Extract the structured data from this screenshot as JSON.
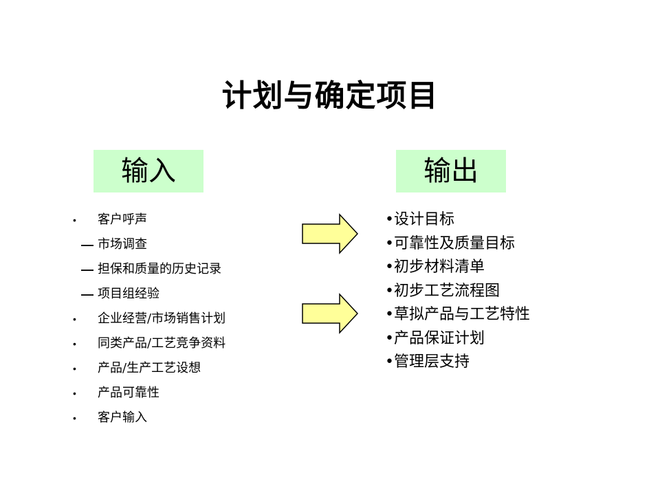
{
  "title": "计划与确定项目",
  "input_header": "输入",
  "output_header": "输出",
  "input_items": [
    {
      "marker": "•",
      "text": "客户呼声"
    },
    {
      "marker": "—",
      "text": "市场调查"
    },
    {
      "marker": "—",
      "text": "担保和质量的历史记录"
    },
    {
      "marker": "—",
      "text": "项目组经验"
    },
    {
      "marker": "•",
      "text": "企业经营/市场销售计划"
    },
    {
      "marker": "•",
      "text": "同类产品/工艺竞争资料"
    },
    {
      "marker": "•",
      "text": "产品/生产工艺设想"
    },
    {
      "marker": "•",
      "text": "产品可靠性"
    },
    {
      "marker": "•",
      "text": "客户输入"
    }
  ],
  "output_items": [
    "•设计目标",
    "•可靠性及质量目标",
    "•初步材料清单",
    "•初步工艺流程图",
    "•草拟产品与工艺特性",
    "•产品保证计划",
    "•管理层支持"
  ],
  "colors": {
    "header_bg": "#ccffcc",
    "arrow_fill": "#ffff99",
    "arrow_stroke": "#000000"
  },
  "icons": [
    "right-arrow-icon",
    "right-arrow-icon"
  ]
}
